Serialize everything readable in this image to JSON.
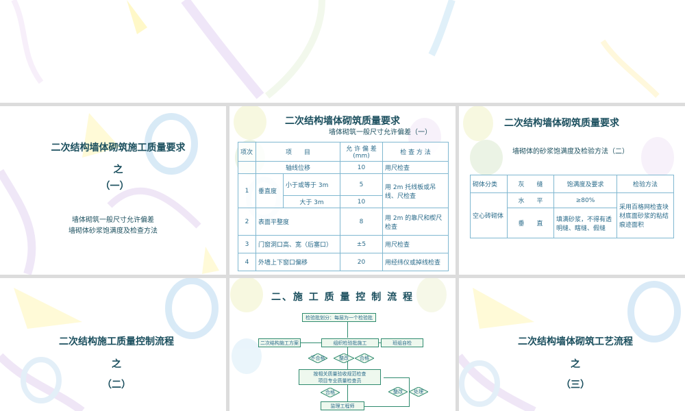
{
  "slides": {
    "s1": {
      "title": "二次结构墙体砌筑施工质量要求",
      "zhi": "之",
      "num": "（一）",
      "line1": "墙体砌筑一般尺寸允许偏差",
      "line2": "墙砌体砂浆饱满度及检查方法"
    },
    "s2": {
      "title": "二次结构墙体砌筑质量要求",
      "subtitle": "墙体砌筑一般尺寸允许偏差（一）",
      "headers": [
        "项次",
        "项　　目",
        "允 许 偏 差 (mm)",
        "检 查 方 法"
      ],
      "rows": [
        {
          "no": "",
          "item": "轴线位移",
          "sub": "",
          "val": "10",
          "method": "用尺检查"
        },
        {
          "no": "1",
          "item": "垂直度",
          "sub": "小于或等于 3m",
          "val": "5",
          "method": "用 2m 托线板或吊线、尺检查"
        },
        {
          "no": "",
          "item": "",
          "sub": "大于 3m",
          "val": "10",
          "method": ""
        },
        {
          "no": "2",
          "item": "表面平整度",
          "sub": "",
          "val": "8",
          "method": "用 2m 的靠尺和楔尺检查"
        },
        {
          "no": "3",
          "item": "门窗洞口高、宽（后塞口）",
          "sub": "",
          "val": "±5",
          "method": "用尺检查"
        },
        {
          "no": "4",
          "item": "外墙上下窗口偏移",
          "sub": "",
          "val": "20",
          "method": "用经纬仪或掉线检查"
        }
      ]
    },
    "s3": {
      "title": "二次结构墙体砌筑质量要求",
      "subtitle": "墙砌体的砂浆饱满度及检验方法（二）",
      "headers": [
        "砌体分类",
        "灰　　缝",
        "饱满度及要求",
        "检验方法"
      ],
      "category": "空心砖砌体",
      "row1_joint": "水　　平",
      "row1_req": "≥80%",
      "row2_joint": "垂　　直",
      "row2_req": "填满砂浆，不得有透明缝、瞎缝、假缝",
      "method": "采用百格网检查块材底面砂浆的粘结痕迹面积"
    },
    "s4": {
      "title": "二次结构施工质量控制流程",
      "zhi": "之",
      "num": "（二）"
    },
    "s5": {
      "title": "二、施 工 质 量 控 制 流 程",
      "flow": {
        "batch": "检验批划分：每层为一个检验批",
        "plan": "二次结构施工方案",
        "org": "组织检验批施工",
        "team": "班组自检",
        "d_fail": "不合格",
        "d_fix": "整改",
        "d_pass": "合格",
        "check1": "按相关质量验收规范检查",
        "check2": "项目专业质量检查员",
        "d_ok": "合格",
        "d_fix2": "整改",
        "d_handle": "处理",
        "supervisor": "监理工程师"
      }
    },
    "s6": {
      "title": "二次结构墙体砌筑工艺流程",
      "zhi": "之",
      "num": "（三）"
    }
  },
  "colors": {
    "text_dark": "#1b4f5e",
    "table_text": "#2a6b8a",
    "table_border": "#7fb7d0",
    "flow_border": "#2e8a6e",
    "divider": "#dcdcdc"
  }
}
